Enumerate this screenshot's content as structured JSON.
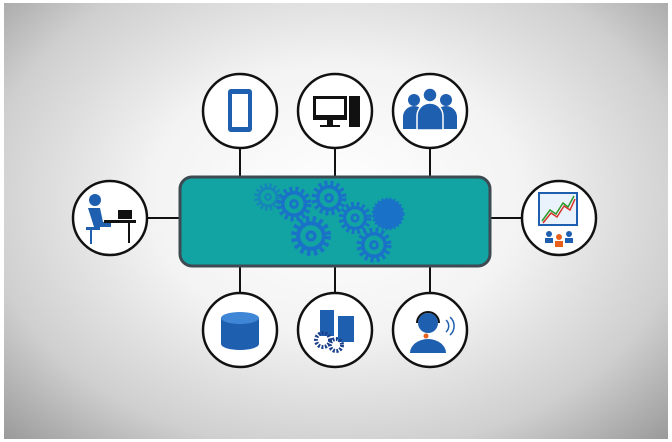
{
  "colors": {
    "hub": "#12a3a3",
    "hub_border": "#3d4a52",
    "icon_blue": "#1f5fb0",
    "gear": "#1a72c8",
    "accent_orange": "#e8601c",
    "node_fill": "#ffffff",
    "node_border": "#111111"
  },
  "hub": {
    "icon": "gears-icon"
  },
  "nodes": [
    {
      "icon": "smartphone-icon",
      "position": "top-left"
    },
    {
      "icon": "desktop-computer-icon",
      "position": "top-center"
    },
    {
      "icon": "user-group-icon",
      "position": "top-right"
    },
    {
      "icon": "person-at-desk-icon",
      "position": "left"
    },
    {
      "icon": "analytics-chart-icon",
      "position": "right"
    },
    {
      "icon": "database-icon",
      "position": "bottom-left"
    },
    {
      "icon": "server-gears-icon",
      "position": "bottom-center"
    },
    {
      "icon": "customer-support-icon",
      "position": "bottom-right"
    }
  ]
}
